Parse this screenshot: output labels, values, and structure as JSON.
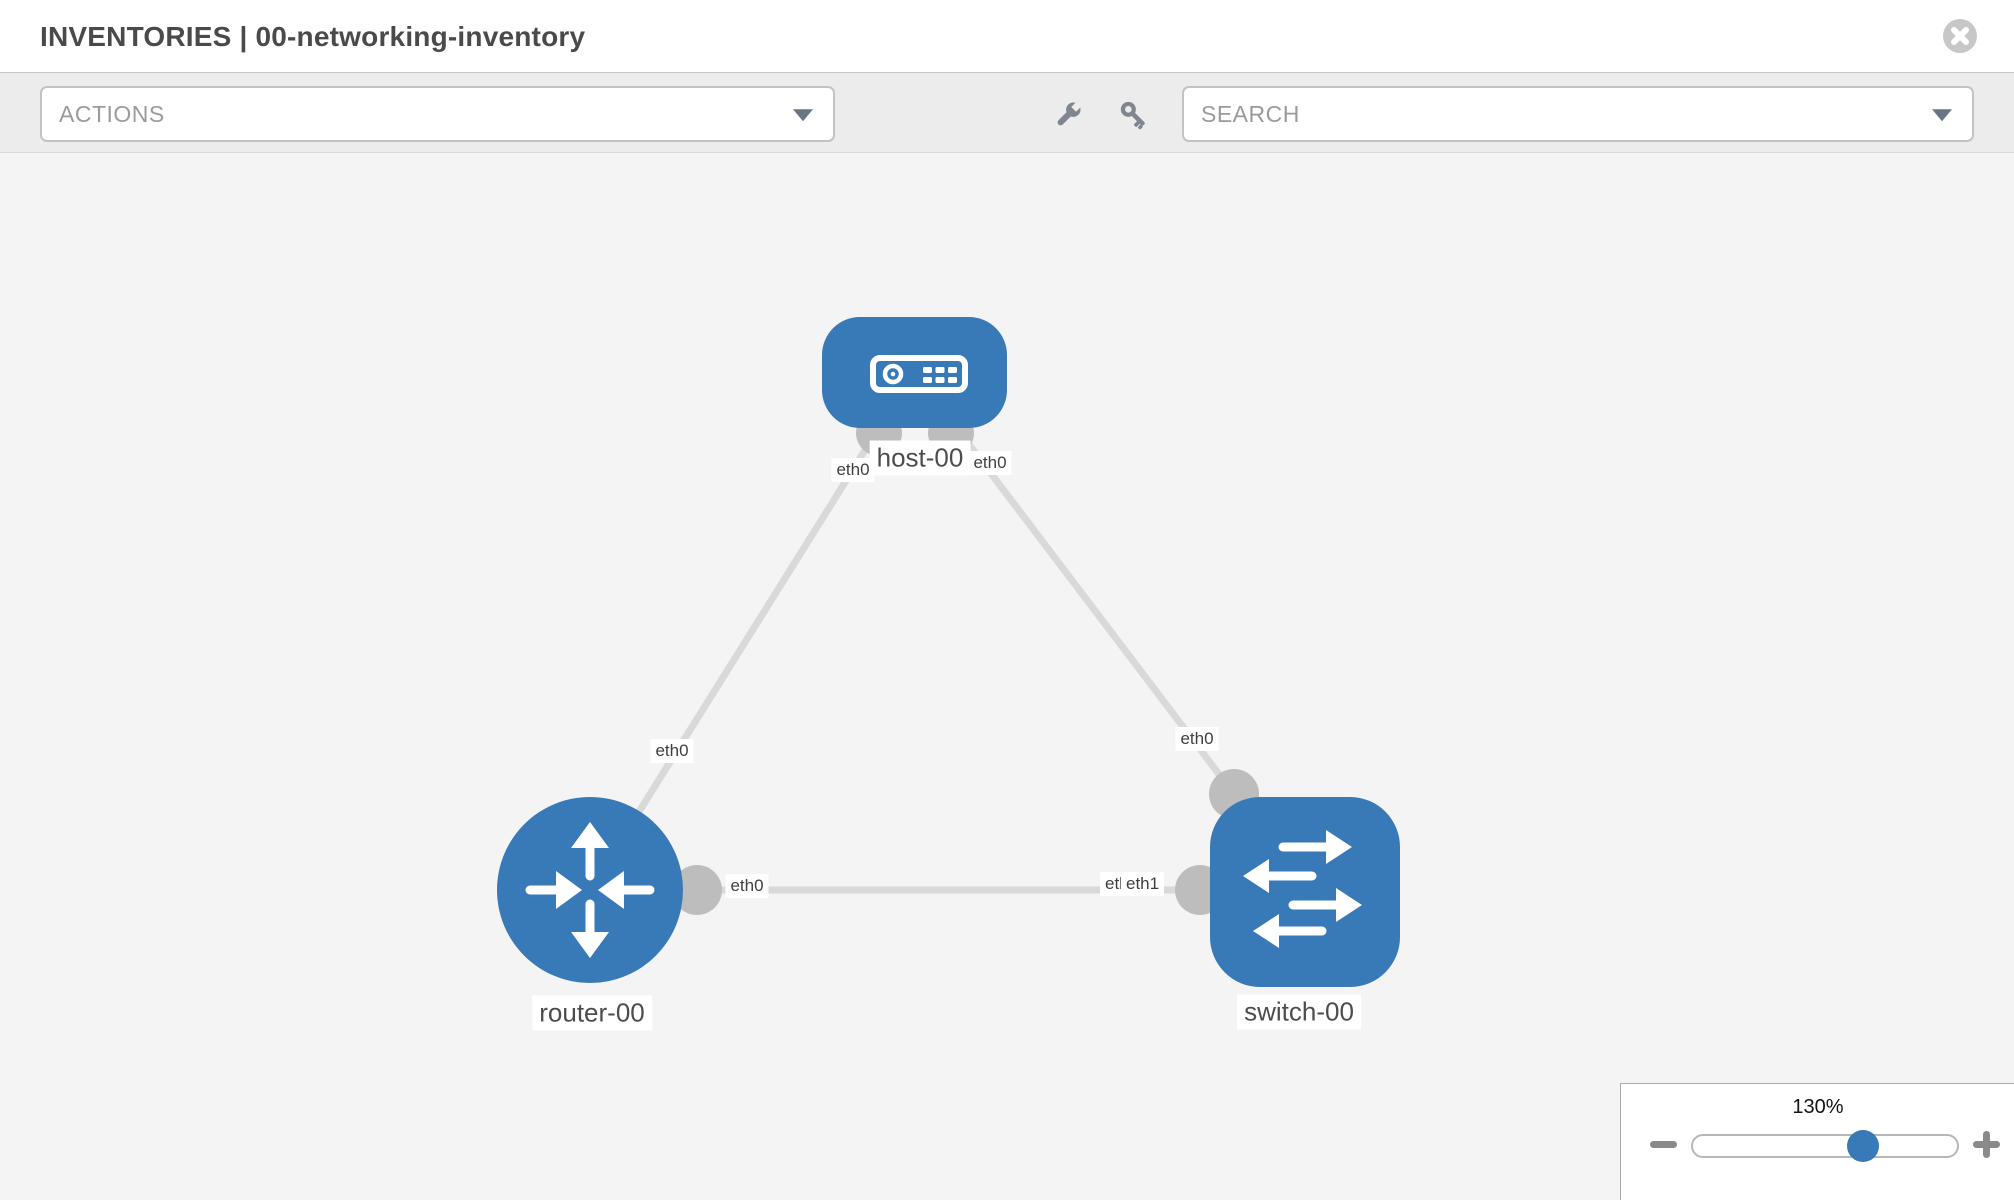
{
  "header": {
    "title": "INVENTORIES | 00-networking-inventory"
  },
  "toolbar": {
    "actions_label": "ACTIONS",
    "search_placeholder": "SEARCH"
  },
  "icons": {
    "close": "circle-x",
    "wrench": "wrench",
    "key": "key",
    "dropdown_caret": "chevron-down",
    "zoom_out": "minus",
    "zoom_in": "plus"
  },
  "topology": {
    "nodes": [
      {
        "label": "host-00",
        "type": "host"
      },
      {
        "label": "router-00",
        "type": "router"
      },
      {
        "label": "switch-00",
        "type": "switch"
      }
    ],
    "links": [
      {
        "from": "host-00",
        "to": "router-00",
        "from_interface": "eth0",
        "to_interface": "eth0"
      },
      {
        "from": "host-00",
        "to": "switch-00",
        "from_interface": "eth0",
        "to_interface": "eth0"
      },
      {
        "from": "router-00",
        "to": "switch-00",
        "from_interface": "eth0",
        "to_interface": "eth1"
      }
    ],
    "interface_labels": [
      "eth0",
      "eth0",
      "eth0",
      "eth0",
      "eth0",
      "eth0",
      "eth1"
    ]
  },
  "zoom_control": {
    "level": "130%"
  },
  "colors": {
    "node_fill": "#3879b7",
    "link": "#d9d9d9",
    "connector": "#bdbdbd",
    "slider_handle": "#3879b7"
  }
}
